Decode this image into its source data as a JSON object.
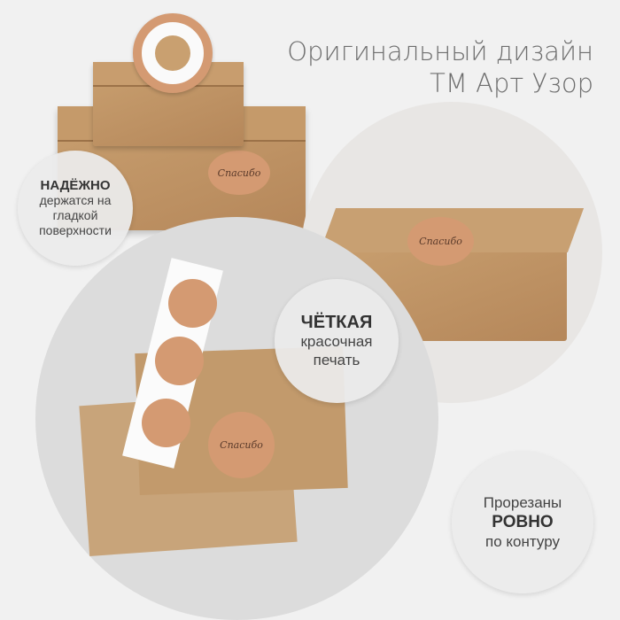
{
  "headline": {
    "line1": "Оригинальный дизайн",
    "line2": "ТМ Арт Узор"
  },
  "badges": [
    {
      "bold": "НАДЁЖНО",
      "text": "держатся на гладкой поверхности"
    },
    {
      "bold": "ЧЁТКАЯ",
      "text": "красочная печать"
    },
    {
      "top": "Прорезаны",
      "bold": "РОВНО",
      "text": "по контуру"
    }
  ],
  "sticker_text": "Спасибо",
  "colors": {
    "kraft": "#b98b5c",
    "sticker": "#d49a72",
    "background": "#f1f1f1"
  }
}
